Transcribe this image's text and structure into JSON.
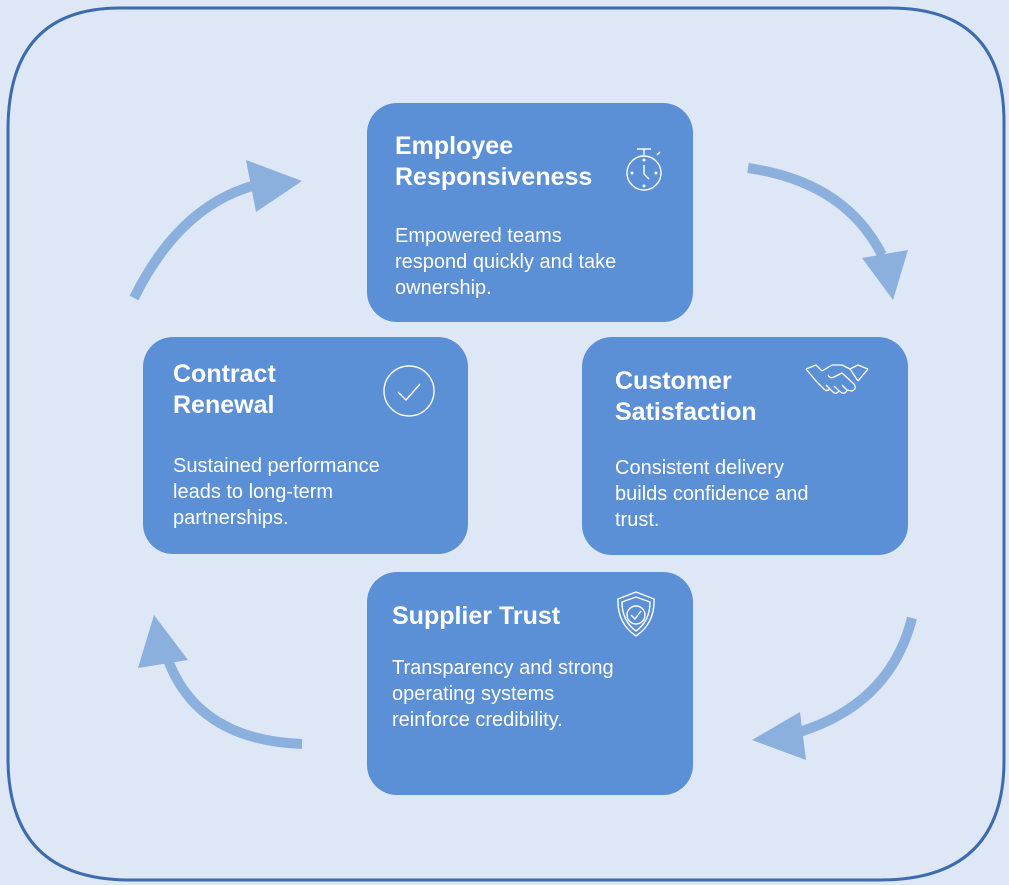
{
  "diagram": {
    "cards": {
      "employee": {
        "title_line1": "Employee",
        "title_line2": "Responsiveness",
        "description_lines": [
          "Empowered teams",
          "respond quickly and take",
          "ownership."
        ],
        "icon": "stopwatch-icon"
      },
      "customer": {
        "title_line1": "Customer",
        "title_line2": "Satisfaction",
        "description_lines": [
          "Consistent delivery",
          "builds confidence and",
          "trust."
        ],
        "icon": "handshake-icon"
      },
      "supplier": {
        "title_line1": "Supplier Trust",
        "description_lines": [
          "Transparency and strong",
          "operating systems",
          "reinforce credibility."
        ],
        "icon": "shield-check-icon"
      },
      "contract": {
        "title_line1": "Contract",
        "title_line2": "Renewal",
        "description_lines": [
          "Sustained performance",
          "leads to long-term",
          "partnerships."
        ],
        "icon": "check-circle-icon"
      }
    },
    "colors": {
      "background": "#dde7f6",
      "frame_border": "#3e6bae",
      "card_fill": "#5b8fd6",
      "arrow": "#8cb0dd",
      "text": "#ffffff"
    }
  }
}
